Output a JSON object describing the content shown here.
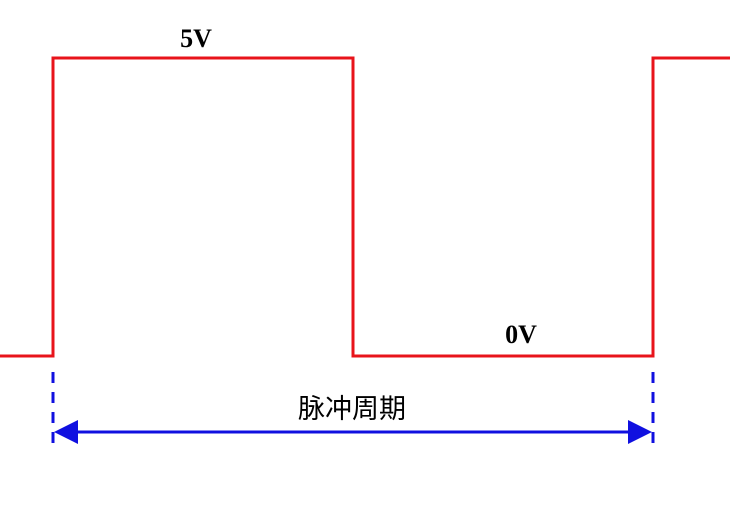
{
  "labels": {
    "high_level": "5V",
    "low_level": "0V",
    "period": "脉冲周期"
  },
  "colors": {
    "waveform": "#e8141b",
    "period_marker": "#1010e0",
    "text": "#000000"
  }
}
